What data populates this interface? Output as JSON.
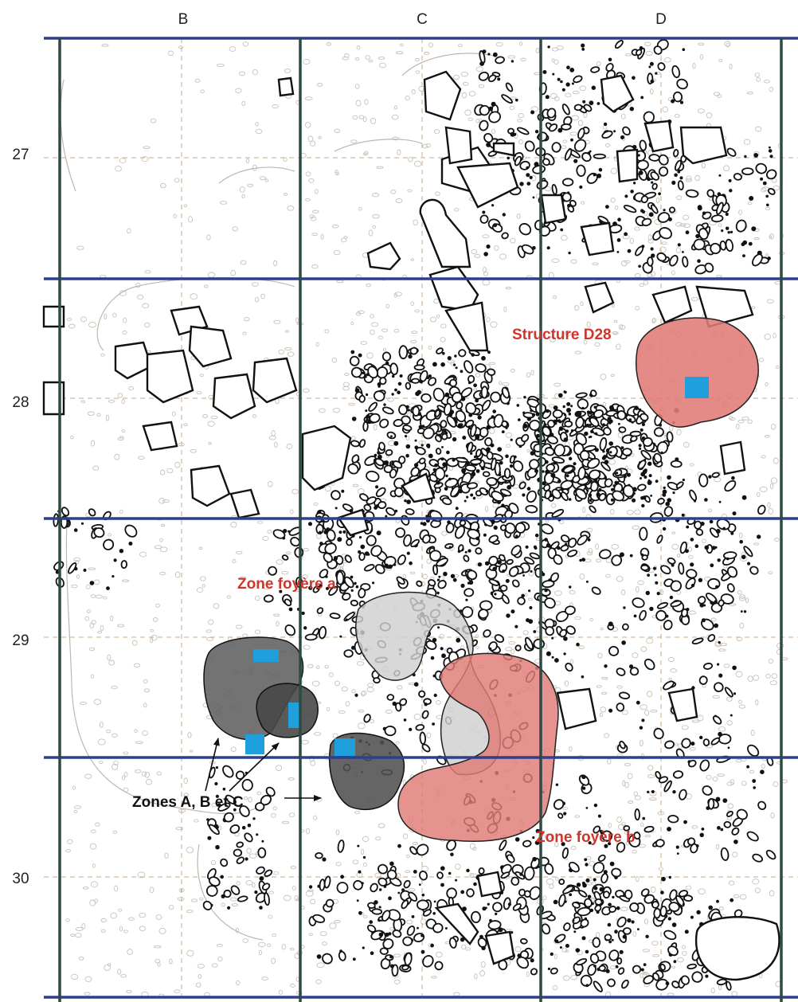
{
  "grid": {
    "columns": [
      "B",
      "C",
      "D"
    ],
    "rows": [
      "27",
      "28",
      "29",
      "30"
    ]
  },
  "labels": {
    "structure_d28": "Structure D28",
    "zone_foyere_a": "Zone foyère a",
    "zone_foyere_b": "Zone foyère b",
    "zones_abc": "Zones A, B et C"
  },
  "colors": {
    "grid_line_horizontal": "#2e3f8f",
    "grid_line_vertical": "#2f4a44",
    "subgrid_dash": "#c9a98a",
    "label_red": "#d0352b",
    "zone_red_fill": "#e07a76",
    "zone_grey_light": "#cfcfcf",
    "zone_grey_dark": "#555555",
    "marker_blue": "#1fa0dc"
  }
}
